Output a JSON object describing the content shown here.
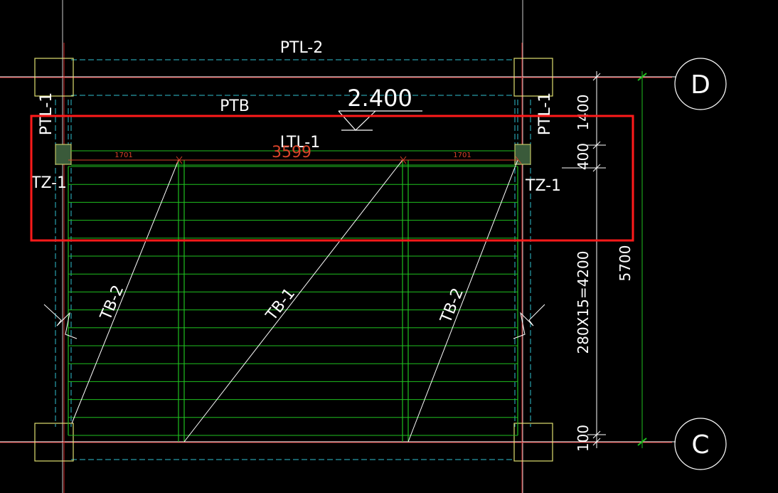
{
  "labels": {
    "ptl2": "PTL-2",
    "ptl1_left": "PTL-1",
    "ptl1_right": "PTL-1",
    "ptb": "PTB",
    "ltl1": "LTL-1",
    "tz1_left": "TZ-1",
    "tz1_right": "TZ-1",
    "tb2_left": "TB-2",
    "tb1": "TB-1",
    "tb2_right": "TB-2"
  },
  "elevation": "2.400",
  "dimensions": {
    "top_left": "1701",
    "top_mid": "3599",
    "top_right": "1701",
    "v_1400": "1400",
    "v_400": "400",
    "v_steps": "280X15=4200",
    "v_100": "100",
    "v_total": "5700"
  },
  "axes": {
    "d": "D",
    "c": "C"
  },
  "colors": {
    "background": "#000000",
    "green": "#1fbf1f",
    "red": "#cc2222",
    "yellow": "#e0e070",
    "cyan": "#30c0d0",
    "white": "#ffffff",
    "highlight": "#ff1a1a",
    "dim_red": "#d8442a"
  }
}
